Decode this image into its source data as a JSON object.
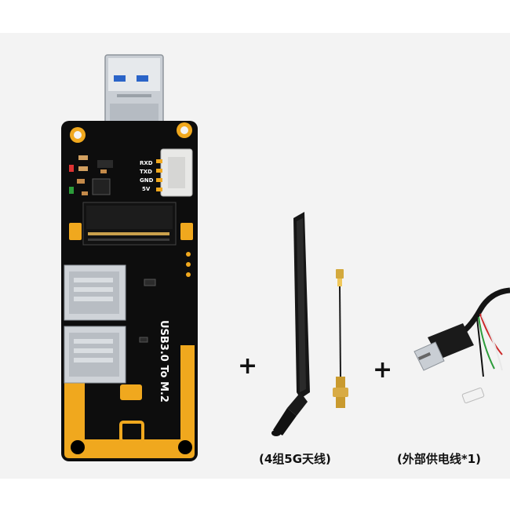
{
  "board": {
    "silk_title": "USB3.0 To M.2",
    "pin_labels": [
      "RXD",
      "TXD",
      "GND",
      "5V"
    ]
  },
  "accessories": {
    "plus_1": "+",
    "plus_2": "+",
    "antenna_caption": "(4组5G天线)",
    "power_cable_caption": "(外部供电线*1)"
  },
  "colors": {
    "pcb": "#0d0d0d",
    "gold": "#f0a81e",
    "silver": "#cfd3d8",
    "usb_blue": "#2a64c8"
  }
}
